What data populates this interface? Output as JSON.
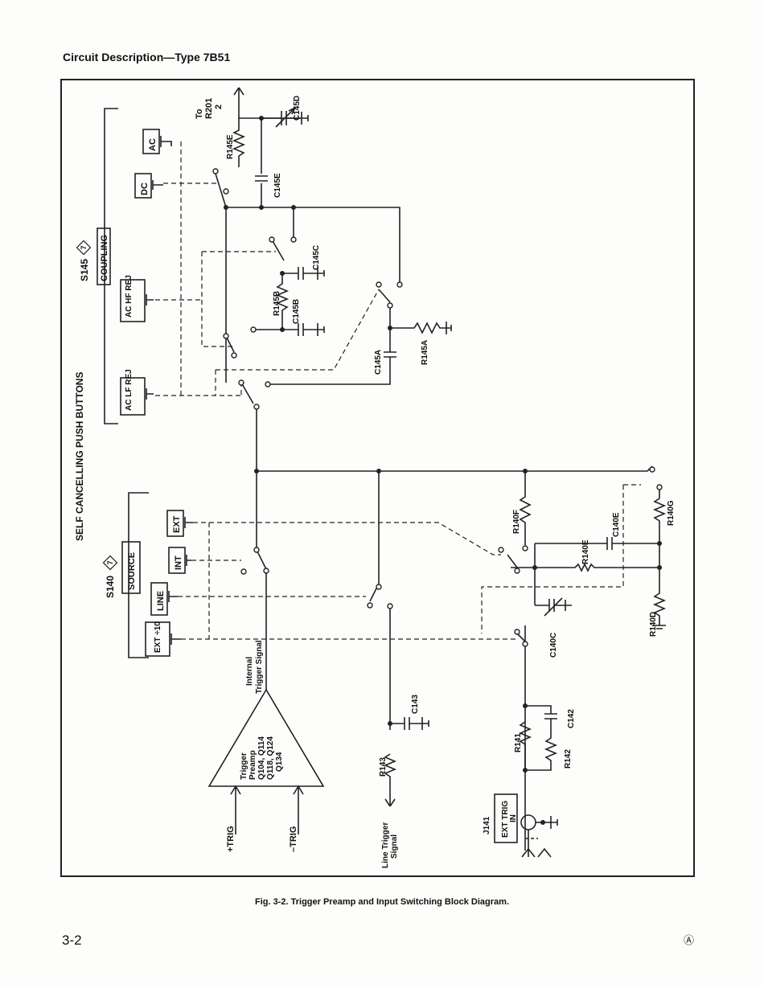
{
  "header": "Circuit Description—Type 7B51",
  "caption": "Fig. 3-2. Trigger Preamp and Input Switching Block Diagram.",
  "page_number": "3-2",
  "revision_mark": "Ⓐ",
  "coupling": {
    "group_label": "SELF CANCELLING PUSH BUTTONS",
    "switch_id": "S145",
    "switch_badge": "7",
    "name": "COUPLING",
    "buttons": [
      "AC",
      "DC",
      "AC HF REJ",
      "AC LF REJ"
    ]
  },
  "source": {
    "switch_id": "S140",
    "switch_badge": "7",
    "name": "SOURCE",
    "buttons": [
      "EXT",
      "INT",
      "LINE",
      "EXT ÷10"
    ]
  },
  "components": {
    "R145E": "R145E",
    "C145D": "C145D",
    "C145E": "C145E",
    "C145C": "C145C",
    "R145B": "R145B",
    "C145B": "C145B",
    "C145A": "C145A",
    "R145A": "R145A",
    "R140F": "R140F",
    "R140G": "R140G",
    "R140E": "R140E",
    "C140E": "C140E",
    "R140D": "R140D",
    "C140C": "C140C",
    "C143": "C143",
    "R143": "R143",
    "R141": "R141",
    "C142": "C142",
    "R142": "R142"
  },
  "to_label": "To",
  "to_ref": "R201",
  "to_pin": "2",
  "internal_trigger": [
    "Internal",
    "Trigger Signal"
  ],
  "preamp": [
    "Trigger",
    "Preamp",
    "Q104, Q114",
    "Q118, Q124",
    "Q134"
  ],
  "plus_trig": "+TRIG",
  "minus_trig": "–TRIG",
  "line_trigger": [
    "Line Trigger",
    "Signal"
  ],
  "connector": {
    "ref": "J141",
    "label1": "EXT TRIG",
    "label2": "IN"
  }
}
